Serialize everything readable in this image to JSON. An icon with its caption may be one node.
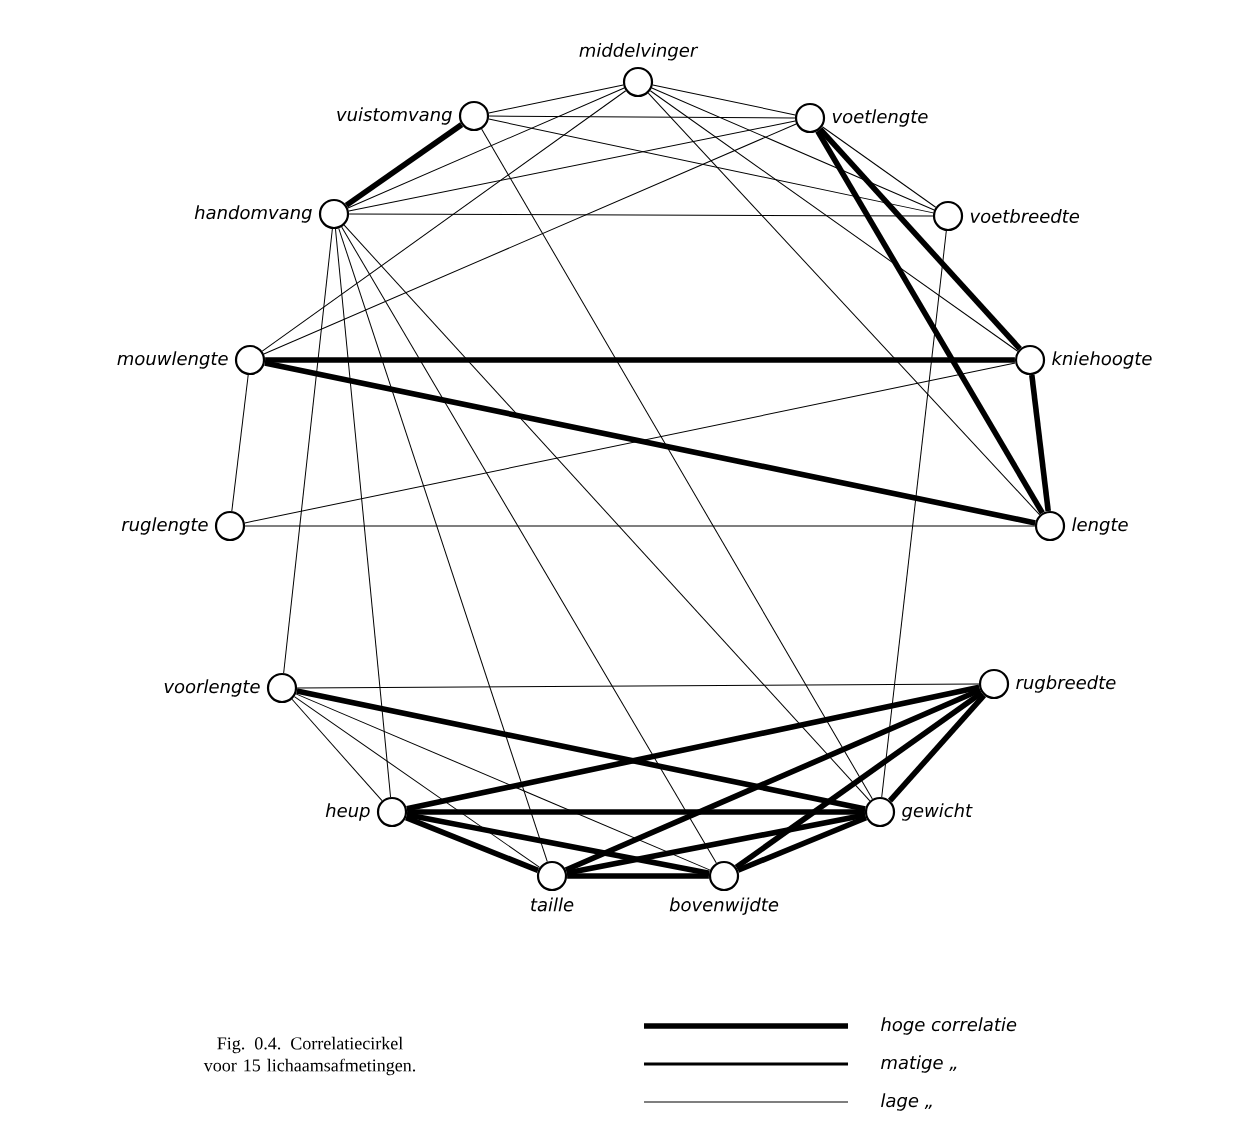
{
  "diagram": {
    "caption": "Fig. 0.4. Correlatiecirkel voor 15 lichaamsafmetingen.",
    "nodes": [
      {
        "text": [
          "middelvinger"
        ]
      },
      {
        "text": [
          "vuistomvang"
        ]
      },
      {
        "text": [
          "voetlengte"
        ]
      },
      {
        "text": [
          "handomvang"
        ]
      },
      {
        "text": [
          "voetbreedte"
        ]
      },
      {
        "text": [
          "mouwlengte"
        ]
      },
      {
        "text": [
          "kniehoogte"
        ]
      },
      {
        "text": [
          "ruglengte"
        ]
      },
      {
        "text": [
          "lengte"
        ]
      },
      {
        "text": [
          "voorlengte"
        ]
      },
      {
        "text": [
          "rugbreedte"
        ]
      },
      {
        "text": [
          "heup"
        ]
      },
      {
        "text": [
          "gewicht"
        ]
      },
      {
        "text": [
          "taille"
        ]
      },
      {
        "text": [
          "bovenwijdte"
        ]
      }
    ],
    "edges": [
      {
        "from": 1,
        "to": 3,
        "arrow": "none",
        "style": "thick"
      },
      {
        "from": 0,
        "to": 1,
        "arrow": "none"
      },
      {
        "from": 0,
        "to": 2,
        "arrow": "none"
      },
      {
        "from": 1,
        "to": 2,
        "arrow": "none"
      },
      {
        "from": 1,
        "to": 4,
        "arrow": "none"
      },
      {
        "from": 0,
        "to": 3,
        "arrow": "none"
      },
      {
        "from": 0,
        "to": 5,
        "arrow": "none"
      },
      {
        "from": 2,
        "to": 3,
        "arrow": "none"
      },
      {
        "from": 2,
        "to": 5,
        "arrow": "none"
      },
      {
        "from": 3,
        "to": 4,
        "arrow": "none"
      },
      {
        "from": 0,
        "to": 4,
        "arrow": "none"
      },
      {
        "from": 0,
        "to": 6,
        "arrow": "none"
      },
      {
        "from": 0,
        "to": 8,
        "arrow": "none"
      },
      {
        "from": 1,
        "to": 12,
        "arrow": "none"
      },
      {
        "from": 2,
        "to": 4,
        "arrow": "none"
      },
      {
        "from": 2,
        "to": 6,
        "arrow": "none",
        "style": "thick"
      },
      {
        "from": 2,
        "to": 8,
        "arrow": "none",
        "style": "thick"
      },
      {
        "from": 6,
        "to": 8,
        "arrow": "none",
        "style": "thick"
      },
      {
        "from": 5,
        "to": 6,
        "arrow": "none",
        "style": "thick"
      },
      {
        "from": 5,
        "to": 8,
        "arrow": "none",
        "style": "thick"
      },
      {
        "from": 5,
        "to": 7,
        "arrow": "none"
      },
      {
        "from": 7,
        "to": 6,
        "arrow": "none"
      },
      {
        "from": 7,
        "to": 8,
        "arrow": "none"
      },
      {
        "from": 3,
        "to": 9,
        "arrow": "none"
      },
      {
        "from": 3,
        "to": 11,
        "arrow": "none"
      },
      {
        "from": 3,
        "to": 13,
        "arrow": "none"
      },
      {
        "from": 3,
        "to": 14,
        "arrow": "none"
      },
      {
        "from": 3,
        "to": 12,
        "arrow": "none"
      },
      {
        "from": 4,
        "to": 12,
        "arrow": "none"
      },
      {
        "from": 9,
        "to": 10,
        "arrow": "none"
      },
      {
        "from": 9,
        "to": 11,
        "arrow": "none"
      },
      {
        "from": 9,
        "to": 13,
        "arrow": "none"
      },
      {
        "from": 9,
        "to": 14,
        "arrow": "none"
      },
      {
        "from": 9,
        "to": 12,
        "arrow": "none",
        "style": "thick"
      },
      {
        "from": 10,
        "to": 11,
        "arrow": "none",
        "style": "thick"
      },
      {
        "from": 10,
        "to": 13,
        "arrow": "none",
        "style": "thick"
      },
      {
        "from": 10,
        "to": 14,
        "arrow": "none",
        "style": "thick"
      },
      {
        "from": 10,
        "to": 12,
        "arrow": "none",
        "style": "thick"
      },
      {
        "from": 11,
        "to": 12,
        "arrow": "none",
        "style": "thick"
      },
      {
        "from": 11,
        "to": 13,
        "arrow": "none",
        "style": "thick"
      },
      {
        "from": 11,
        "to": 14,
        "arrow": "none",
        "style": "thick"
      },
      {
        "from": 13,
        "to": 14,
        "arrow": "none",
        "style": "thick"
      },
      {
        "from": 13,
        "to": 12,
        "arrow": "none",
        "style": "thick"
      },
      {
        "from": 14,
        "to": 12,
        "arrow": "none",
        "style": "thick"
      }
    ],
    "legend": [
      {
        "text": "hoge correlatie"
      },
      {
        "text": "matige „"
      },
      {
        "text": "lage „"
      }
    ]
  }
}
